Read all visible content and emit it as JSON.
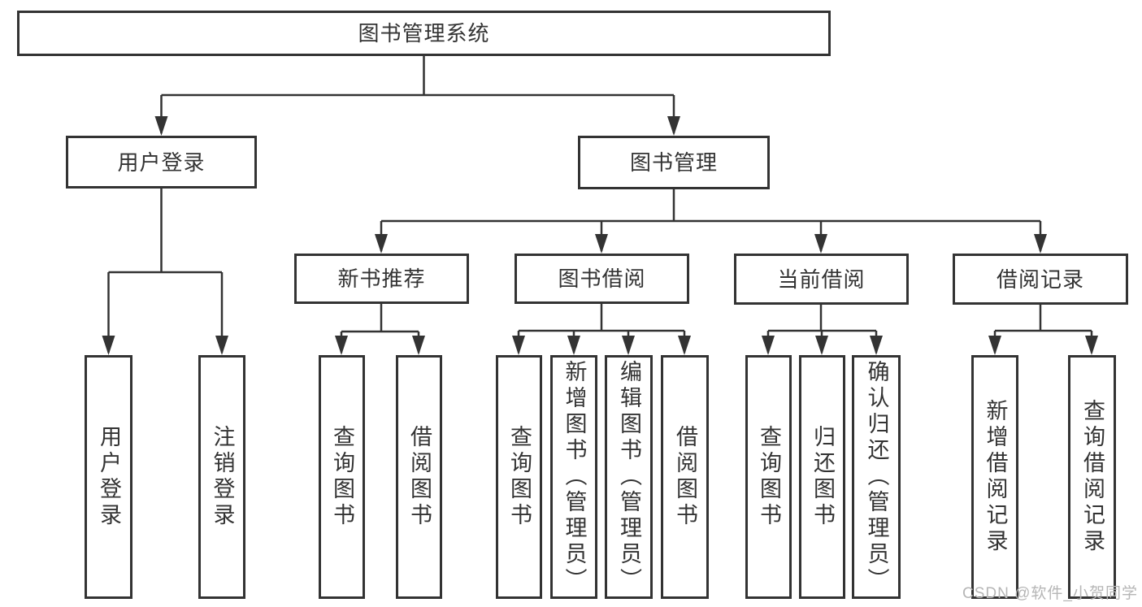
{
  "diagram_title": "图书管理系统",
  "tree": {
    "label": "图书管理系统",
    "children": [
      {
        "label": "用户登录",
        "children": [
          {
            "label": "用户登录"
          },
          {
            "label": "注销登录"
          }
        ]
      },
      {
        "label": "图书管理",
        "children": [
          {
            "label": "新书推荐",
            "children": [
              {
                "label": "查询图书"
              },
              {
                "label": "借阅图书"
              }
            ]
          },
          {
            "label": "图书借阅",
            "children": [
              {
                "label": "查询图书"
              },
              {
                "label": "新增图书（管理员）"
              },
              {
                "label": "编辑图书（管理员）"
              },
              {
                "label": "借阅图书"
              }
            ]
          },
          {
            "label": "当前借阅",
            "children": [
              {
                "label": "查询图书"
              },
              {
                "label": "归还图书"
              },
              {
                "label": "确认归还（管理员）"
              }
            ]
          },
          {
            "label": "借阅记录",
            "children": [
              {
                "label": "新增借阅记录"
              },
              {
                "label": "查询借阅记录"
              }
            ]
          }
        ]
      }
    ]
  },
  "watermark": {
    "text": "CSDN @软件_小贺同学",
    "color": "#b6b6b6"
  },
  "colors": {
    "line": "#333333",
    "box_border": "#333333",
    "box_background": "#ffffff",
    "text": "#333333",
    "page_background": "#ffffff"
  }
}
